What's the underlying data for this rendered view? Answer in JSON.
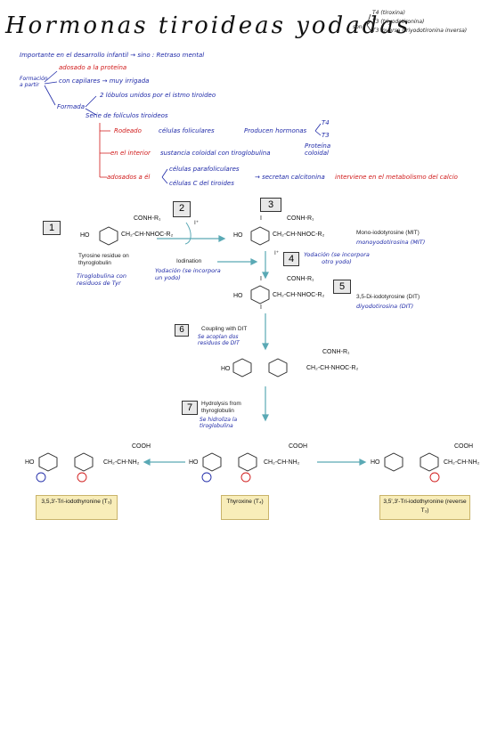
{
  "title": "Hormonas tiroideas yodadas",
  "title_side": {
    "son": "son",
    "items": [
      "T4 (tiroxina)",
      "T3 (triyodotironina)",
      "T3 inversa (triyodotironina inversa)"
    ]
  },
  "notes": {
    "importante": "Importante en el desarrollo infantil → sino : Retraso mental",
    "formacion": "Formación a partir",
    "adosado": "adosado a la proteína",
    "con_capilares": "con capilares → muy irrigada",
    "formada": "Formada",
    "lobulos": "2 lóbulos unidos por el istmo tiroideo",
    "sene": "Serie de folículos tiroideos",
    "rodeado": "Rodeado",
    "celulas_foliculares": "células foliculares",
    "producen": "Producen hormonas",
    "t4t3": [
      "T4",
      "T3"
    ],
    "interior": "en el interior",
    "sustancia": "sustancia coloidal con tiroglobulina",
    "proteina": "Proteína coloidal",
    "adosados": "adosados a él",
    "parafoliculares": "células parafoliculares",
    "celulas_c": "células C del tiroides",
    "secretan": "→ secretan calcitonina",
    "interviene": "interviene en el metabolismo del calcio"
  },
  "figure": {
    "step_numbers": [
      "1",
      "2",
      "3",
      "4",
      "5",
      "6",
      "7"
    ],
    "step1_label": "Tyrosine residue on thyroglobulin",
    "step1_note": "Tiroglobulina con residuos de Tyr",
    "iodination": "Iodination",
    "iodination_note": "Yodación (se incorpora un yodo)",
    "i_plus": "I⁺",
    "i_plus2": "I⁺",
    "mit": "Mono-iodotyrosine (MIT)",
    "mit_note": "monoyodotirosina (MIT)",
    "step4_note": "Yodación (se incorpora otro yodo)",
    "dit": "3,5-Di-iodotyrosine (DIT)",
    "dit_note": "diyodotirosina (DIT)",
    "coupling": "Coupling with DIT",
    "coupling_note": "Se acoplan dos residuos de DIT",
    "hydrolysis": "Hydrolysis from thyroglobulin",
    "hydrolysis_note": "Se hidroliza la tiroglobulina",
    "conh": "CONH-R₁",
    "ch2": "CH₂-CH-NHOC-R₂",
    "ho": "HO",
    "i": "I",
    "cooh": "COOH",
    "ch2nh2": "CH₂-CH-NH₂",
    "t3": "3,5,3'-Tri-iodothyronine (T₃)",
    "t4": "Thyroxine (T₄)",
    "rt3": "3,5',3'-Tri-iodothyronine (reverse T₃)"
  },
  "colors": {
    "blue_ink": "#1f2aa8",
    "red_ink": "#d01919",
    "arrow": "#5aa9b5",
    "box_yellow": "#f8edb9"
  }
}
